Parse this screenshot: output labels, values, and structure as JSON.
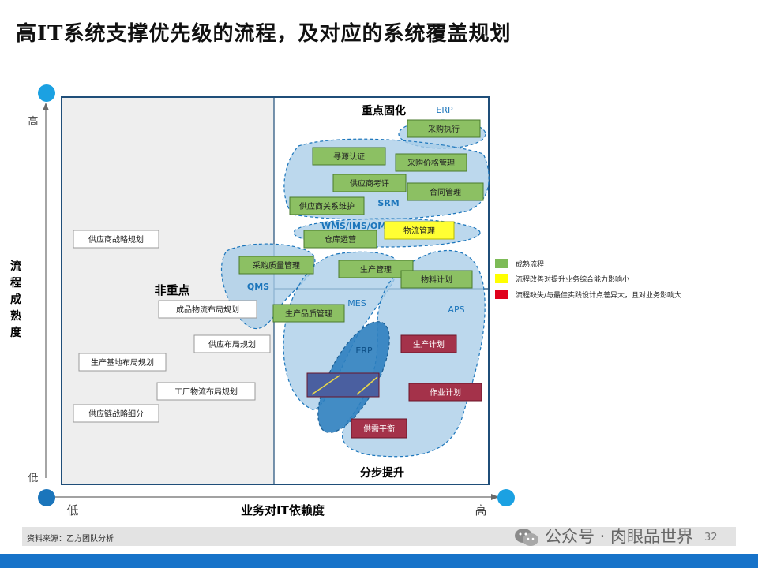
{
  "title": "高IT系统支撑优先级的流程，及对应的系统覆盖规划",
  "axes": {
    "y_label_chars": [
      "流",
      "程",
      "成",
      "熟",
      "度"
    ],
    "y_high": "高",
    "y_low": "低",
    "x_label": "业务对IT依赖度",
    "x_low": "低",
    "x_high": "高"
  },
  "quadrant_labels": {
    "top": "重点固化",
    "left": "非重点",
    "bottom": "分步提升"
  },
  "systems": {
    "erp_top": "ERP",
    "srm": "SRM",
    "wms": "WMS/IMS/OMS",
    "qms": "QMS",
    "mes": "MES",
    "aps": "APS",
    "erp_mid": "ERP"
  },
  "processes": {
    "supplier_strategy": "供应商战略规划",
    "finished_logistics": "成品物流布局规划",
    "supply_layout": "供应布局规划",
    "production_base": "生产基地布局规划",
    "factory_logistics": "工厂物流布局规划",
    "supply_chain_segment": "供应链战略细分",
    "purchase_exec": "采购执行",
    "sourcing": "寻源认证",
    "purchase_price": "采购价格管理",
    "supplier_eval": "供应商考评",
    "contract": "合同管理",
    "supplier_relation": "供应商关系维护",
    "warehouse": "仓库运营",
    "logistics_mgmt": "物流管理",
    "purchase_quality": "采购质量管理",
    "production_mgmt": "生产管理",
    "material_plan": "物料计划",
    "production_quality": "生产品质管理",
    "production_plan": "生产计划",
    "ops_plan": "作业计划",
    "supply_demand": "供需平衡"
  },
  "legend": [
    {
      "label": "成熟流程",
      "color": "#7dbb57"
    },
    {
      "label": "流程改善对提升业务综合能力影响小",
      "color": "#ffff00"
    },
    {
      "label": "流程缺失/与最佳实践设计点差异大，且对业务影响大",
      "color": "#e0001b"
    }
  ],
  "colors": {
    "mature": "#8cc063",
    "improve": "#ffff33",
    "gap": "#a4324a",
    "blob": "#a9cde8",
    "blob_stroke": "#1b75bb",
    "frame": "#1f4e79",
    "corner_dot": "#1ba1e2"
  },
  "source": "资料来源：乙方团队分析",
  "watermark": "公众号 · 肉眼品世界",
  "page_number": "32"
}
